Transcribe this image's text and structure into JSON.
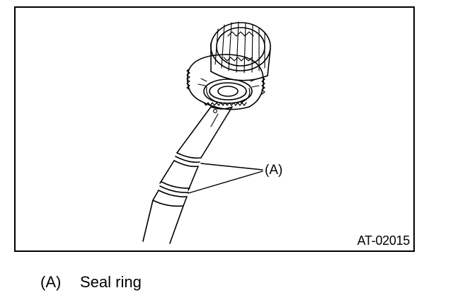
{
  "figure": {
    "callout": "(A)",
    "figure_id": "AT-02015",
    "stroke_color": "#000000",
    "background_color": "#ffffff"
  },
  "legend": {
    "items": [
      {
        "key": "(A)",
        "text": "Seal ring"
      }
    ]
  }
}
